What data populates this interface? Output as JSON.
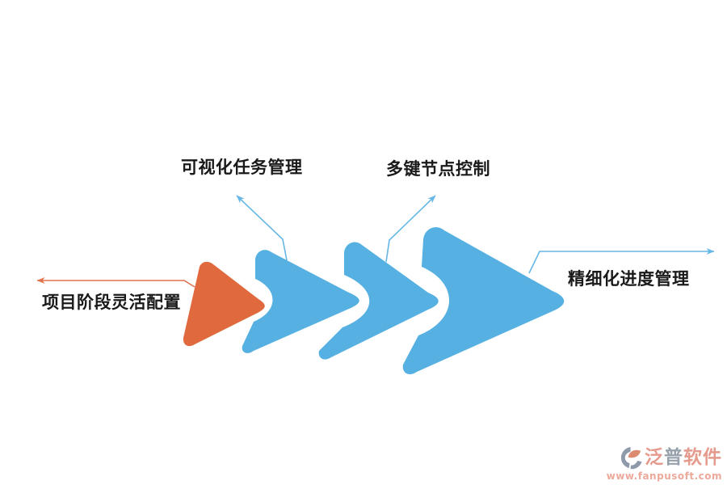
{
  "diagram": {
    "stages": [
      {
        "id": "stage-1",
        "label": "项目阶段灵活配置",
        "shape": "orange-rounded-triangle"
      },
      {
        "id": "stage-2",
        "label": "可视化任务管理",
        "shape": "blue-chevron-small"
      },
      {
        "id": "stage-3",
        "label": "多键节点控制",
        "shape": "blue-chevron-medium"
      },
      {
        "id": "stage-4",
        "label": "精细化进度管理",
        "shape": "blue-chevron-large"
      }
    ],
    "colors": {
      "orange_shape": "#E06A3E",
      "blue_shape": "#56B1E2",
      "orange_line": "#E0714A",
      "blue_line": "#66B6E6",
      "label_text": "#1A1A1A",
      "background": "#FFFFFF"
    }
  },
  "watermark": {
    "brand_full": "泛普软件",
    "brand_chars": [
      "泛",
      "普",
      "软件"
    ],
    "url": "www.fanpusoft.com",
    "colors": {
      "brand_salmon": "#E49A8C",
      "brand_gray": "#97A1AB",
      "url_text": "#EDA99B",
      "icon_gray": "#8E9AAA",
      "icon_orange": "#DC8A72"
    }
  }
}
